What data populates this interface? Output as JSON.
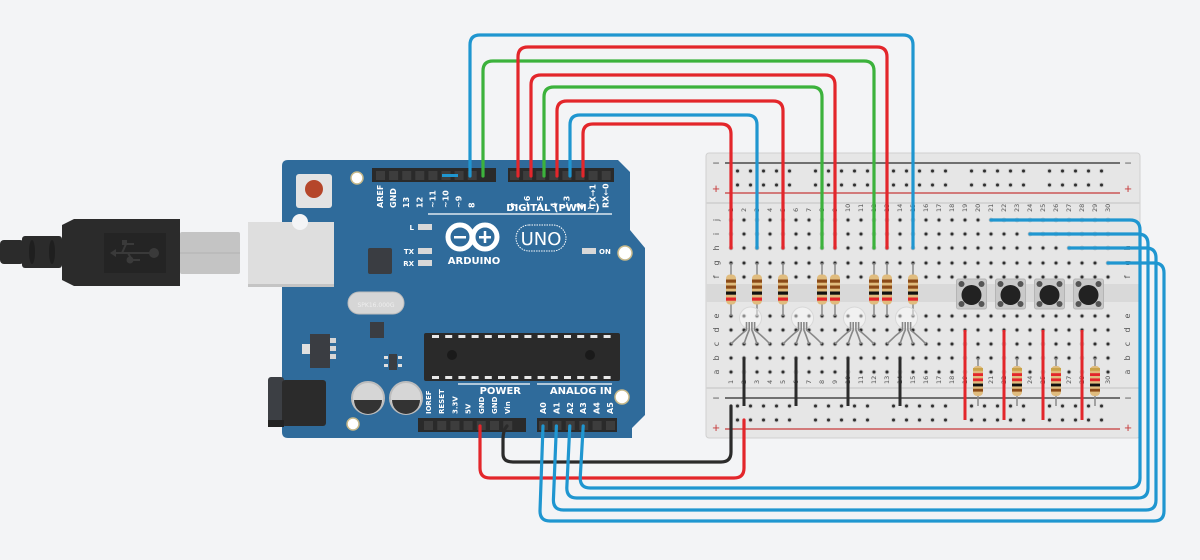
{
  "arduino": {
    "model_label": "UNO",
    "brand_label": "ARDUINO",
    "digital_header_label": "DIGITAL (PWM~)",
    "power_label": "POWER",
    "analog_label": "ANALOG IN",
    "crystal_label": "SPK16.000G",
    "led_labels": {
      "l": "L",
      "tx": "TX",
      "rx": "RX",
      "on": "ON"
    },
    "digital_pins_left": [
      "AREF",
      "GND",
      "13",
      "12",
      "~11",
      "~10",
      "~9",
      "8"
    ],
    "digital_pins_right": [
      "7",
      "~6",
      "~5",
      "4",
      "~3",
      "2",
      "TX→1",
      "RX←0"
    ],
    "power_pins": [
      "IOREF",
      "RESET",
      "3.3V",
      "5V",
      "GND",
      "GND",
      "Vin"
    ],
    "analog_pins": [
      "A0",
      "A1",
      "A2",
      "A3",
      "A4",
      "A5"
    ],
    "colors": {
      "board": "#2f6b9b",
      "header": "#2a2a2a"
    }
  },
  "breadboard": {
    "rail_minus": "−",
    "rail_plus": "+",
    "column_numbers": [
      "1",
      "2",
      "3",
      "4",
      "5",
      "6",
      "7",
      "8",
      "9",
      "10",
      "11",
      "12",
      "13",
      "14",
      "15",
      "16",
      "17",
      "18",
      "19",
      "20",
      "21",
      "22",
      "23",
      "24",
      "25",
      "26",
      "27",
      "28",
      "29",
      "30"
    ],
    "row_letters_top": [
      "j",
      "i",
      "h",
      "g",
      "f"
    ],
    "row_letters_bottom": [
      "e",
      "d",
      "c",
      "b",
      "a"
    ]
  },
  "wires": {
    "colors": {
      "red": "#e3262b",
      "blue": "#1f96d0",
      "green": "#3cb23c",
      "black": "#2b2b2b"
    },
    "top": [
      {
        "pin": "~10",
        "color": "blue",
        "bb_col": 15
      },
      {
        "pin": "~9",
        "color": "green",
        "bb_col": 12
      },
      {
        "pin": "7",
        "color": "red",
        "bb_col": 13
      },
      {
        "pin": "~6",
        "color": "red",
        "bb_col": 9
      },
      {
        "pin": "~5",
        "color": "green",
        "bb_col": 8
      },
      {
        "pin": "4",
        "color": "red",
        "bb_col": 5
      },
      {
        "pin": "~3",
        "color": "blue",
        "bb_col": 3
      },
      {
        "pin": "2",
        "color": "red",
        "bb_col": 1
      }
    ],
    "bottom": [
      {
        "pin": "5V",
        "color": "red",
        "to": "rail +"
      },
      {
        "pin": "GND",
        "color": "black",
        "to": "rail −"
      },
      {
        "pin": "A0",
        "color": "blue",
        "bb_col": 30
      },
      {
        "pin": "A1",
        "color": "blue",
        "bb_col": 27
      },
      {
        "pin": "A2",
        "color": "blue",
        "bb_col": 24
      },
      {
        "pin": "A3",
        "color": "blue",
        "bb_col": 21
      }
    ]
  },
  "components": {
    "rgb_leds": 4,
    "pushbuttons": 4,
    "resistors_led": 8,
    "resistors_button": 4
  },
  "usb_cable": {
    "icon": "usb-icon"
  }
}
